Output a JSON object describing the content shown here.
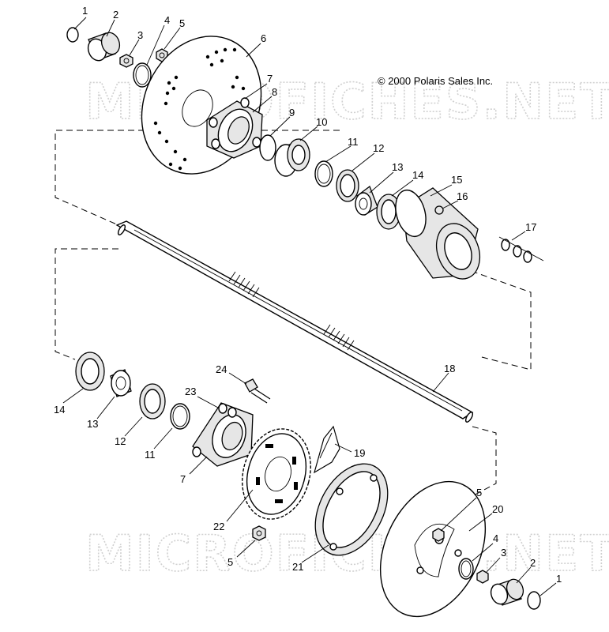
{
  "copyright": "© 2000 Polaris Sales Inc.",
  "watermark": "MICROFICHES.NET",
  "callouts": [
    {
      "n": "1"
    },
    {
      "n": "2"
    },
    {
      "n": "3"
    },
    {
      "n": "4"
    },
    {
      "n": "5"
    },
    {
      "n": "6"
    },
    {
      "n": "7"
    },
    {
      "n": "8"
    },
    {
      "n": "9"
    },
    {
      "n": "10"
    },
    {
      "n": "11"
    },
    {
      "n": "12"
    },
    {
      "n": "13"
    },
    {
      "n": "14"
    },
    {
      "n": "15"
    },
    {
      "n": "16"
    },
    {
      "n": "17"
    },
    {
      "n": "14"
    },
    {
      "n": "13"
    },
    {
      "n": "12"
    },
    {
      "n": "11"
    },
    {
      "n": "7"
    },
    {
      "n": "23"
    },
    {
      "n": "24"
    },
    {
      "n": "18"
    },
    {
      "n": "19"
    },
    {
      "n": "22"
    },
    {
      "n": "5"
    },
    {
      "n": "21"
    },
    {
      "n": "5"
    },
    {
      "n": "20"
    },
    {
      "n": "4"
    },
    {
      "n": "3"
    },
    {
      "n": "2"
    },
    {
      "n": "1"
    }
  ]
}
